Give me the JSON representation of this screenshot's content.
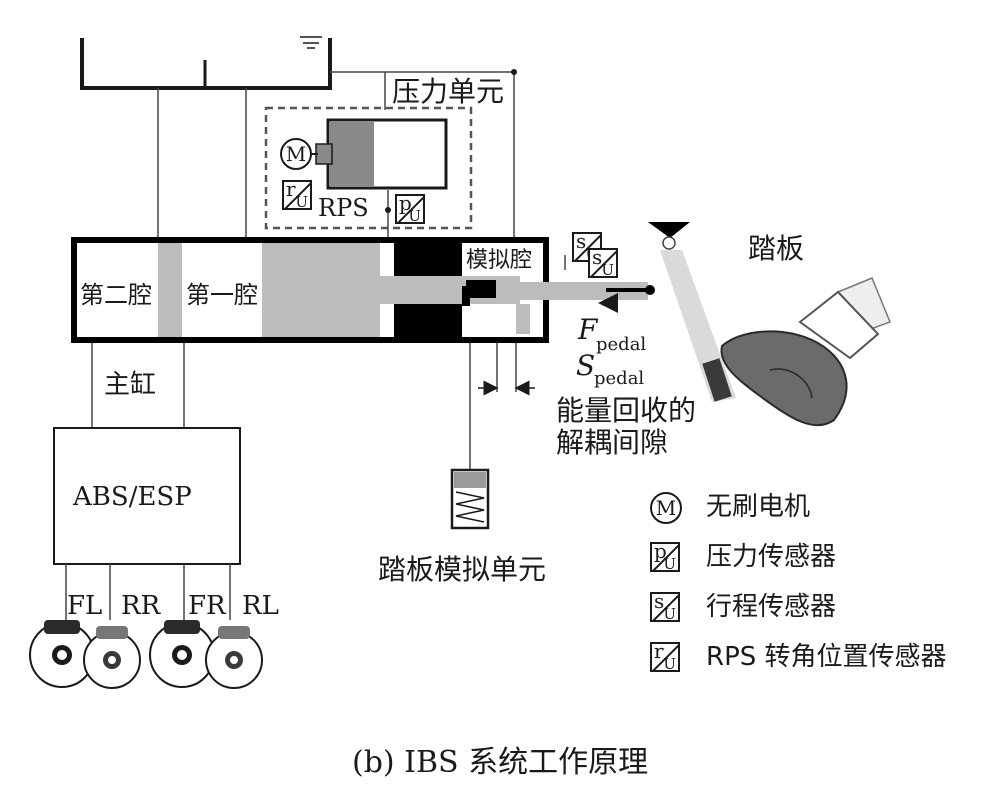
{
  "diagram": {
    "labels": {
      "pressure_unit": "压力单元",
      "rps": "RPS",
      "motor_symbol": "M",
      "r_symbol": "r",
      "u_symbol": "U",
      "p_symbol": "p",
      "s_symbol": "s",
      "second_chamber": "第二腔",
      "first_chamber": "第一腔",
      "sim_chamber": "模拟腔",
      "pedal": "踏板",
      "master_cylinder": "主缸",
      "abs_esp": "ABS/ESP",
      "fl": "FL",
      "rr": "RR",
      "fr": "FR",
      "rl": "RL",
      "f_symbol": "F",
      "s_symbol_italic": "S",
      "pedal_sub": "pedal",
      "gap_line1": "能量回收的",
      "gap_line2": "解耦间隙",
      "pedal_sim_unit": "踏板模拟单元"
    },
    "legend": [
      {
        "symbol": "M",
        "text": "无刷电机"
      },
      {
        "symbol": "p",
        "text": "压力传感器"
      },
      {
        "symbol": "s",
        "text": "行程传感器"
      },
      {
        "symbol": "r",
        "text": "RPS 转角位置传感器"
      }
    ],
    "caption": "(b) IBS 系统工作原理"
  }
}
